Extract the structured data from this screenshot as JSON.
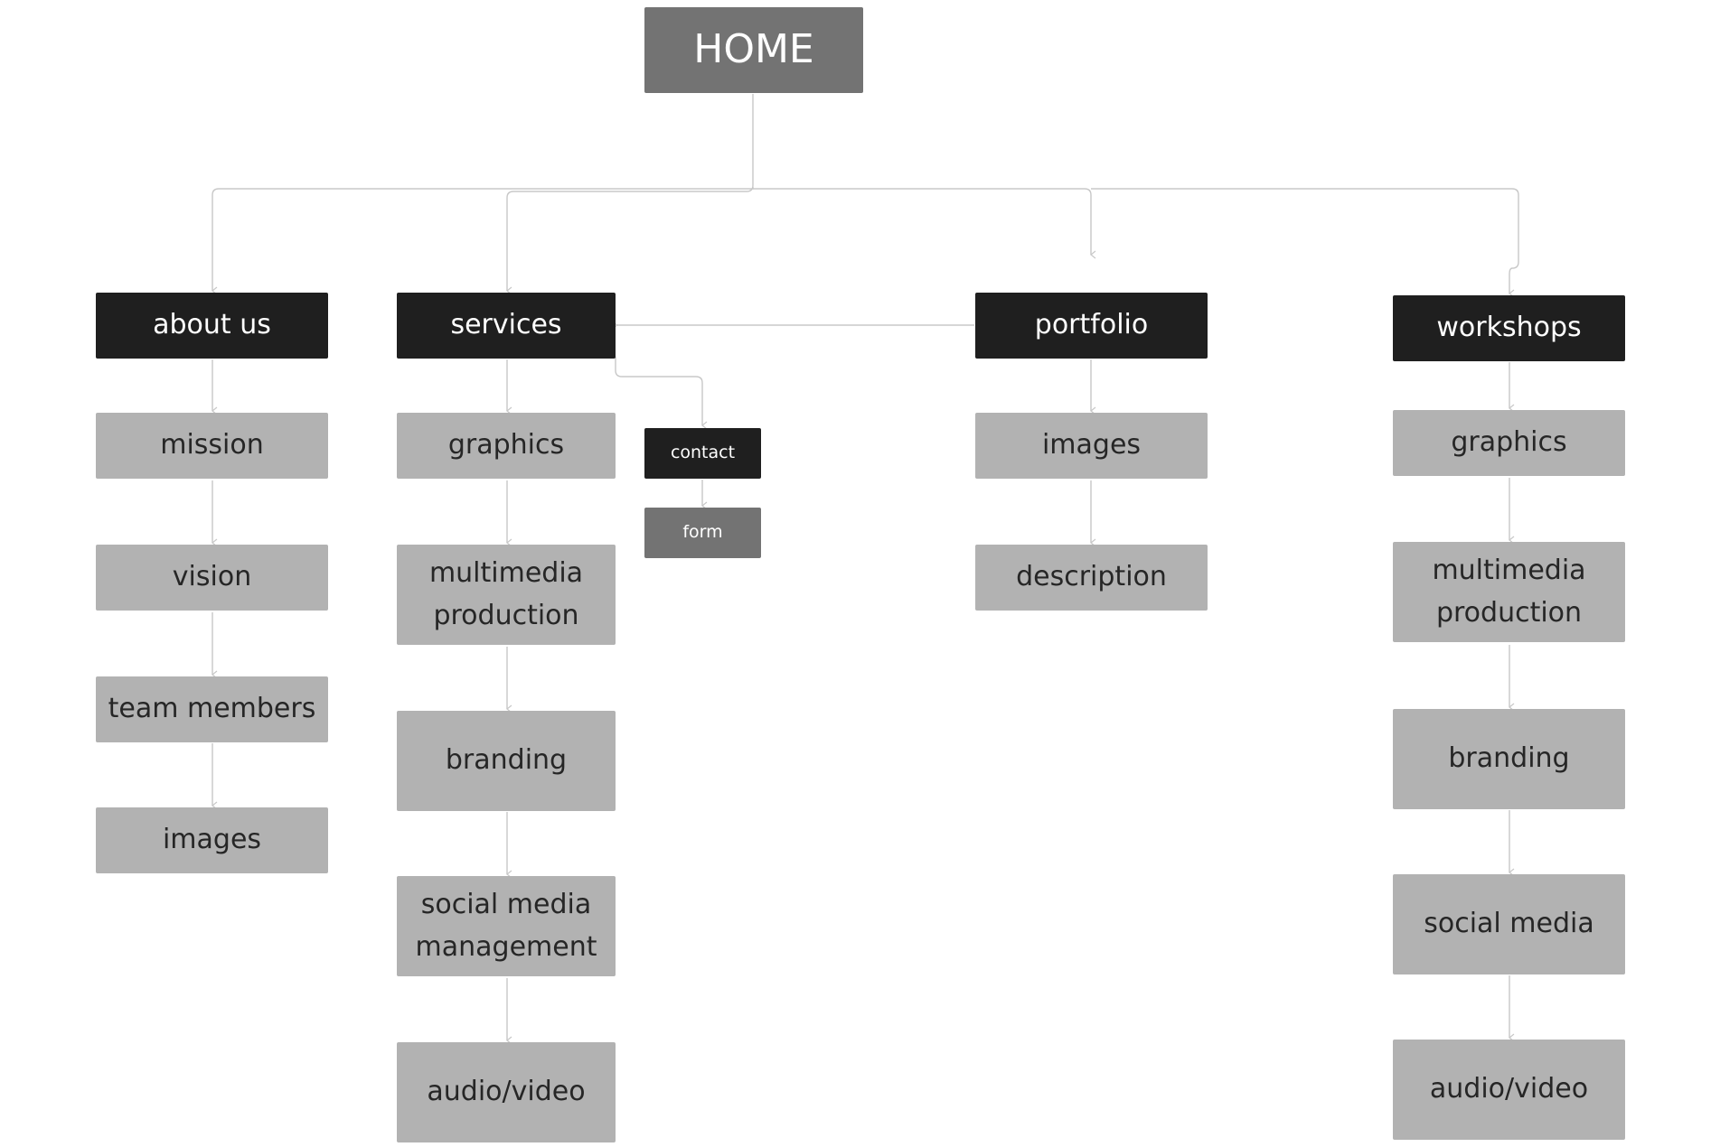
{
  "diagram": {
    "home": "HOME",
    "about_us": {
      "label": "about us",
      "items": [
        "mission",
        "vision",
        "team members",
        "images"
      ]
    },
    "services": {
      "label": "services",
      "items": [
        "graphics",
        "multimedia production",
        "branding",
        "social media management",
        "audio/video"
      ],
      "contact": "contact",
      "form": "form"
    },
    "portfolio": {
      "label": "portfolio",
      "items": [
        "images",
        "description"
      ]
    },
    "workshops": {
      "label": "workshops",
      "items": [
        "graphics",
        "multimedia production",
        "branding",
        "social media",
        "audio/video"
      ]
    }
  },
  "colors": {
    "root": "#737373",
    "section": "#1f1f1f",
    "leaf": "#b2b2b2",
    "line": "#c8c8c8"
  }
}
